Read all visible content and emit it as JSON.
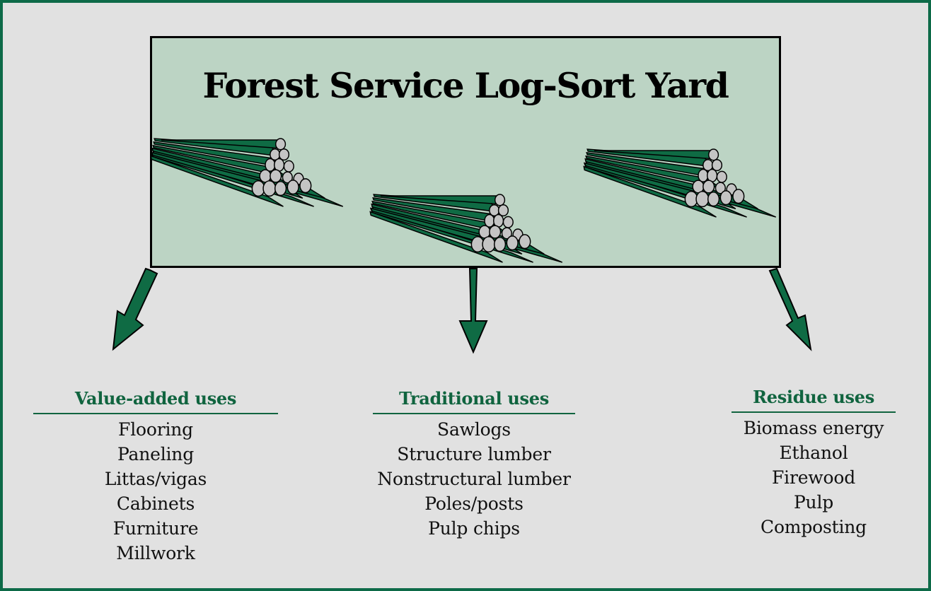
{
  "title": "Forest Service Log-Sort Yard",
  "colors": {
    "frame": "#0d6a48",
    "box": "#bcd4c4",
    "accent": "#10643f",
    "log_end": "#c4c4c4"
  },
  "log_piles": [
    {
      "name": "left",
      "icon": "log-pile-icon"
    },
    {
      "name": "center",
      "icon": "log-pile-icon"
    },
    {
      "name": "right",
      "icon": "log-pile-icon"
    }
  ],
  "columns": [
    {
      "heading": "Value-added uses",
      "items": [
        "Flooring",
        "Paneling",
        "Littas/vigas",
        "Cabinets",
        "Furniture",
        "Millwork"
      ]
    },
    {
      "heading": "Traditional uses",
      "items": [
        "Sawlogs",
        "Structure lumber",
        "Nonstructural lumber",
        "Poles/posts",
        "Pulp chips"
      ]
    },
    {
      "heading": "Residue uses",
      "items": [
        "Biomass energy",
        "Ethanol",
        "Firewood",
        "Pulp",
        "Composting"
      ]
    }
  ]
}
